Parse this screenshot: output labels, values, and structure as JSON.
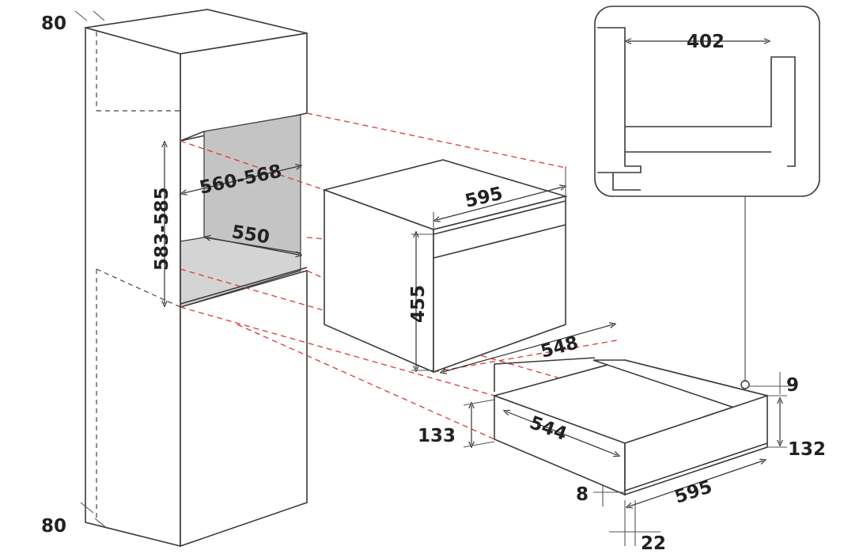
{
  "dimensions": {
    "cabinet_top_offset": "80",
    "cabinet_bottom_offset": "80",
    "niche_width": "560-568",
    "niche_height": "583-585",
    "niche_depth": "550",
    "oven_width": "595",
    "oven_height": "455",
    "oven_depth": "548",
    "drawer_depth": "544",
    "drawer_niche_height": "133",
    "drawer_height": "132",
    "drawer_gap": "9",
    "drawer_width": "595",
    "drawer_bottom_gap": "8",
    "drawer_front_offset": "22",
    "detail_depth": "402"
  },
  "colors": {
    "outline": "#3a3a3a",
    "projection": "#d93a3a",
    "cavity": "#c4c4c4"
  }
}
